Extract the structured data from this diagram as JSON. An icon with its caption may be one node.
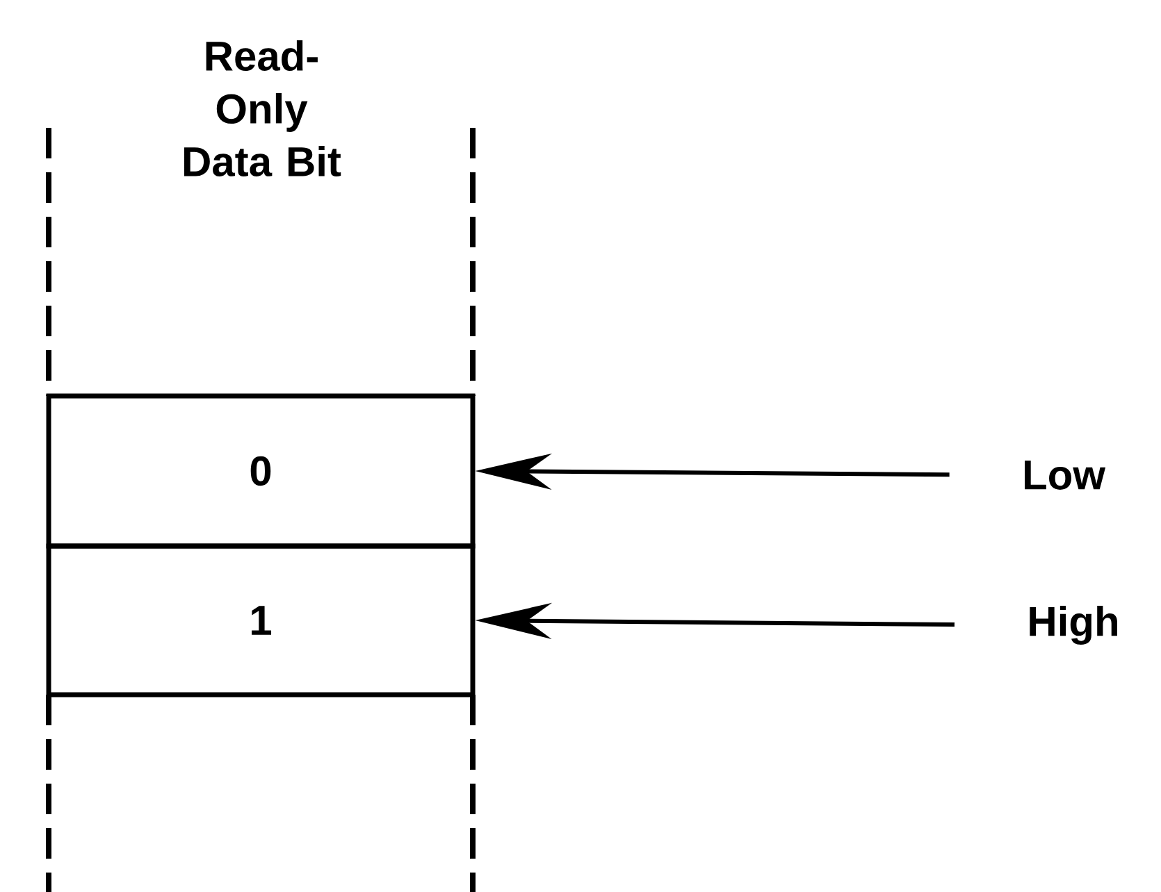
{
  "diagram": {
    "title": "Read- Only Data Bit",
    "nodes": [
      {
        "text": [
          "0"
        ]
      },
      {
        "text": [
          "1"
        ]
      },
      {
        "text": [
          "Low"
        ]
      },
      {
        "text": [
          "High"
        ]
      }
    ],
    "edges": [
      {
        "from": 2,
        "to": 0,
        "arrow": "to"
      },
      {
        "from": 3,
        "to": 1,
        "arrow": "to"
      }
    ]
  }
}
